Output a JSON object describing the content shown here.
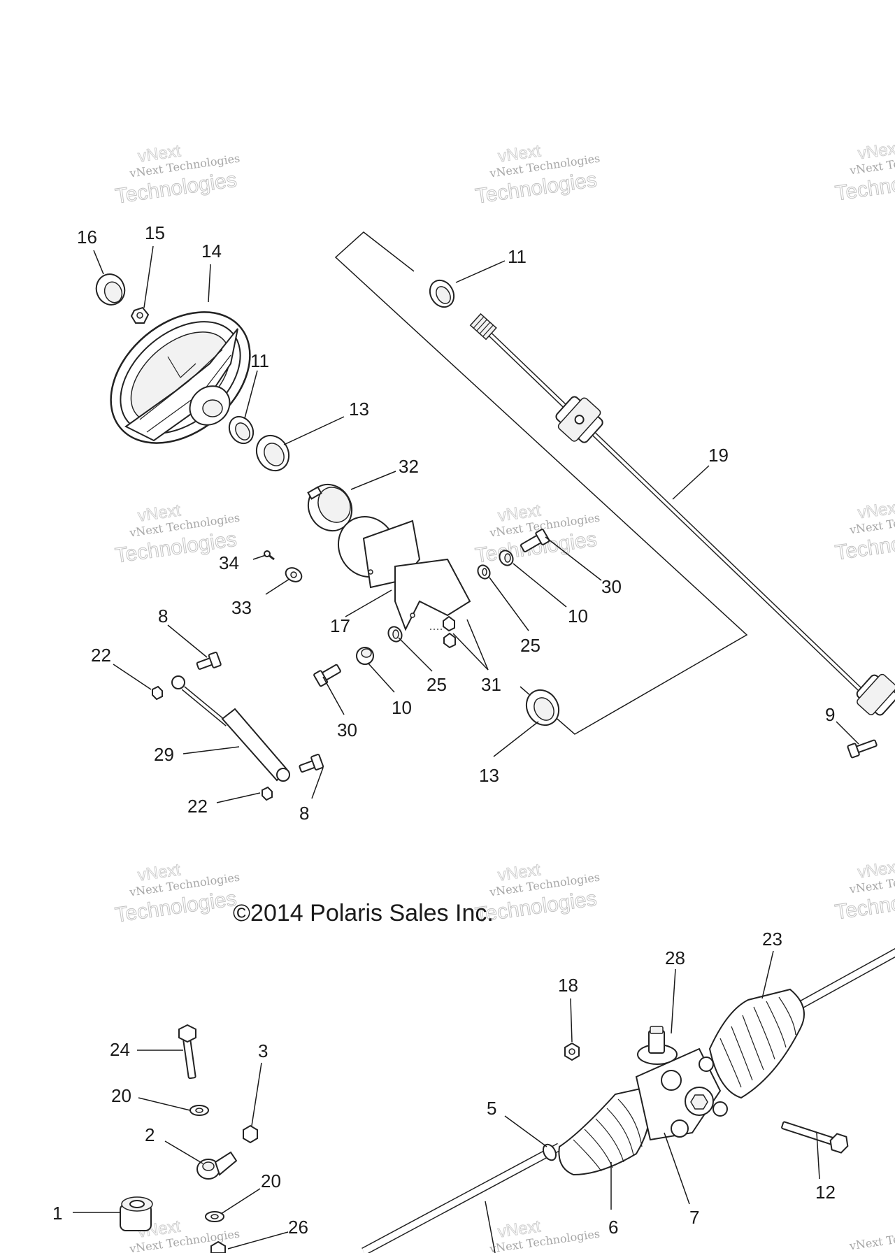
{
  "copyright": "©2014 Polaris Sales Inc.",
  "watermark": {
    "line1": "vNext Technologies",
    "line2": "Technologies",
    "line3": "vNext"
  },
  "callouts": [
    {
      "id": "c16",
      "text": "16"
    },
    {
      "id": "c15",
      "text": "15"
    },
    {
      "id": "c14",
      "text": "14"
    },
    {
      "id": "c11a",
      "text": "11"
    },
    {
      "id": "c11b",
      "text": "11"
    },
    {
      "id": "c13a",
      "text": "13"
    },
    {
      "id": "c32",
      "text": "32"
    },
    {
      "id": "c19",
      "text": "19"
    },
    {
      "id": "c34",
      "text": "34"
    },
    {
      "id": "c33",
      "text": "33"
    },
    {
      "id": "c30a",
      "text": "30"
    },
    {
      "id": "c10a",
      "text": "10"
    },
    {
      "id": "c25a",
      "text": "25"
    },
    {
      "id": "c17",
      "text": "17"
    },
    {
      "id": "c8a",
      "text": "8"
    },
    {
      "id": "c22a",
      "text": "22"
    },
    {
      "id": "c25b",
      "text": "25"
    },
    {
      "id": "c31",
      "text": "31"
    },
    {
      "id": "c10b",
      "text": "10"
    },
    {
      "id": "c30b",
      "text": "30"
    },
    {
      "id": "c9",
      "text": "9"
    },
    {
      "id": "c29",
      "text": "29"
    },
    {
      "id": "c13b",
      "text": "13"
    },
    {
      "id": "c22b",
      "text": "22"
    },
    {
      "id": "c8b",
      "text": "8"
    },
    {
      "id": "c23",
      "text": "23"
    },
    {
      "id": "c28",
      "text": "28"
    },
    {
      "id": "c18",
      "text": "18"
    },
    {
      "id": "c24",
      "text": "24"
    },
    {
      "id": "c3",
      "text": "3"
    },
    {
      "id": "c20a",
      "text": "20"
    },
    {
      "id": "c2",
      "text": "2"
    },
    {
      "id": "c5",
      "text": "5"
    },
    {
      "id": "c12",
      "text": "12"
    },
    {
      "id": "c20b",
      "text": "20"
    },
    {
      "id": "c1",
      "text": "1"
    },
    {
      "id": "c26",
      "text": "26"
    },
    {
      "id": "c6",
      "text": "6"
    },
    {
      "id": "c7",
      "text": "7"
    }
  ]
}
